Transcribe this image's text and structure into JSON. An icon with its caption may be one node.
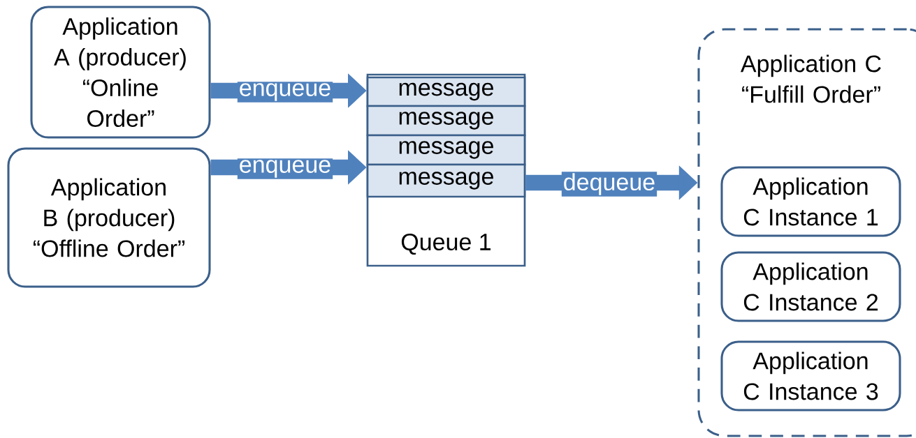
{
  "diagram": {
    "nodes": [
      {
        "text": [
          "Application A (producer) “Online Order”"
        ]
      },
      {
        "text": [
          "Application B (producer) “Offline Order”"
        ]
      },
      {
        "text": [
          "Queue 1"
        ]
      },
      {
        "text": [
          "message"
        ],
        "in": 2
      },
      {
        "text": [
          "message"
        ],
        "in": 2
      },
      {
        "text": [
          "message"
        ],
        "in": 2
      },
      {
        "text": [
          "message"
        ],
        "in": 2
      },
      {
        "text": [
          "Application C “Fulfill Order”"
        ]
      },
      {
        "text": [
          "Application C Instance 1"
        ],
        "in": 7
      },
      {
        "text": [
          "Application C Instance 2"
        ],
        "in": 7
      },
      {
        "text": [
          "Application C Instance 3"
        ],
        "in": 7
      }
    ],
    "edges": [
      {
        "from": 0,
        "to": 2,
        "arrow": "to",
        "label": "enqueue"
      },
      {
        "from": 1,
        "to": 2,
        "arrow": "to",
        "label": "enqueue"
      },
      {
        "from": 2,
        "to": 7,
        "arrow": "to",
        "label": "dequeue"
      }
    ]
  }
}
